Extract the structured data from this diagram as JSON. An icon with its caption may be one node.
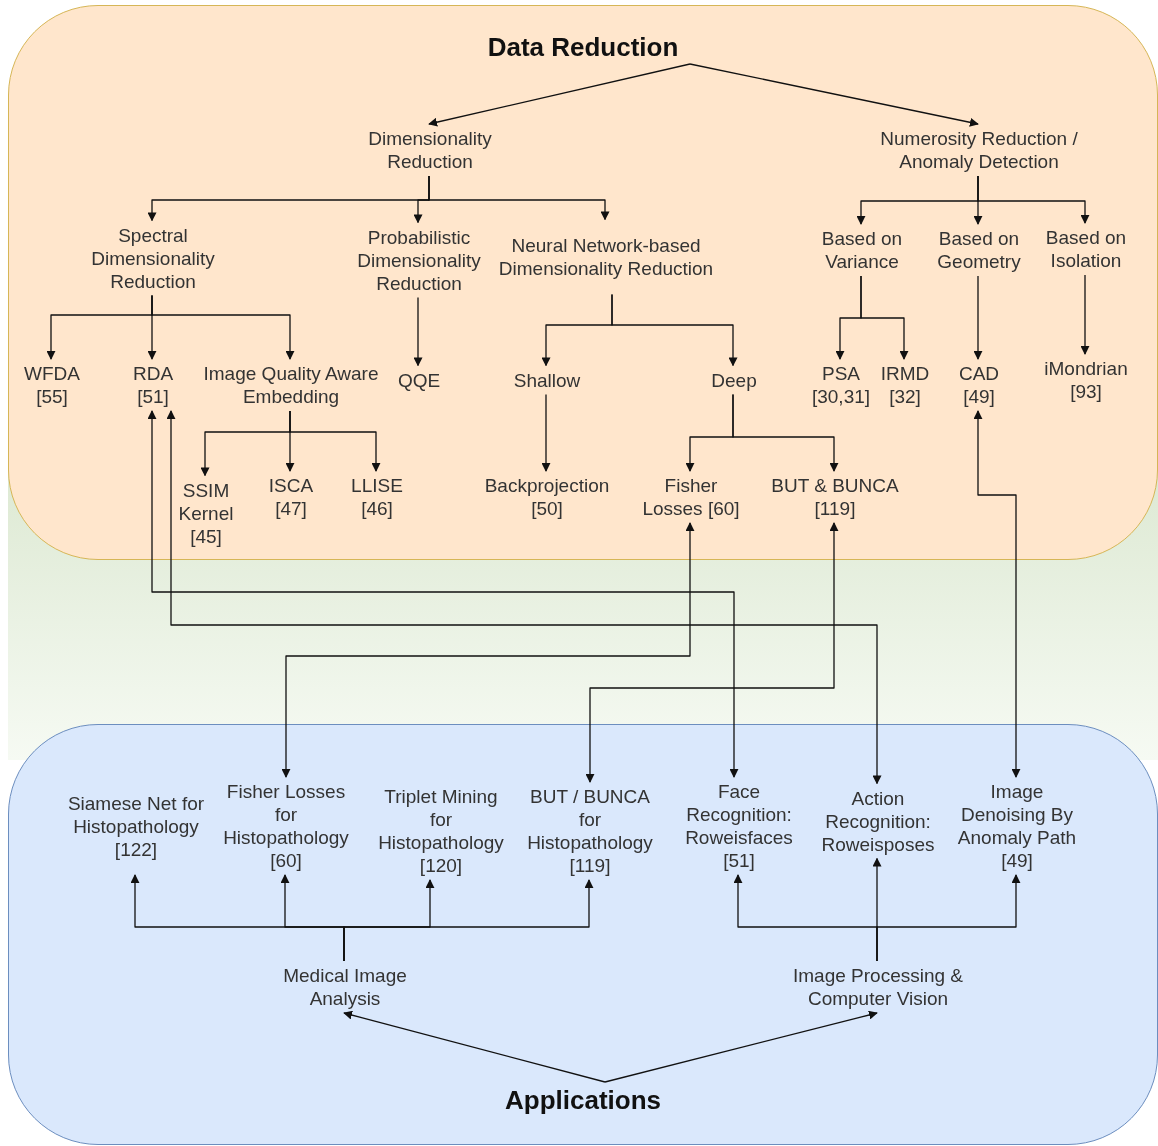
{
  "diagram": {
    "nodes": [
      {
        "text": [
          "Data Reduction"
        ]
      },
      {
        "text": [
          "Dimensionality Reduction"
        ],
        "in": 0
      },
      {
        "text": [
          "Numerosity Reduction / Anomaly Detection"
        ],
        "in": 0
      },
      {
        "text": [
          "Spectral Dimensionality Reduction"
        ],
        "in": 0
      },
      {
        "text": [
          "Probabilistic Dimensionality Reduction"
        ],
        "in": 0
      },
      {
        "text": [
          "Neural Network-based Dimensionality Reduction"
        ],
        "in": 0
      },
      {
        "text": [
          "Based on Variance"
        ],
        "in": 0
      },
      {
        "text": [
          "Based on Geometry"
        ],
        "in": 0
      },
      {
        "text": [
          "Based on Isolation"
        ],
        "in": 0
      },
      {
        "text": [
          "WFDA [55]"
        ],
        "in": 0
      },
      {
        "text": [
          "RDA [51]"
        ],
        "in": 0
      },
      {
        "text": [
          "Image Quality Aware Embedding"
        ],
        "in": 0
      },
      {
        "text": [
          "QQE"
        ],
        "in": 0
      },
      {
        "text": [
          "Shallow"
        ],
        "in": 0
      },
      {
        "text": [
          "Deep"
        ],
        "in": 0
      },
      {
        "text": [
          "PSA [30,31]"
        ],
        "in": 0
      },
      {
        "text": [
          "IRMD [32]"
        ],
        "in": 0
      },
      {
        "text": [
          "CAD [49]"
        ],
        "in": 0
      },
      {
        "text": [
          "iMondrian [93]"
        ],
        "in": 0
      },
      {
        "text": [
          "SSIM Kernel [45]"
        ],
        "in": 0
      },
      {
        "text": [
          "ISCA [47]"
        ],
        "in": 0
      },
      {
        "text": [
          "LLISE [46]"
        ],
        "in": 0
      },
      {
        "text": [
          "Backprojection [50]"
        ],
        "in": 0
      },
      {
        "text": [
          "Fisher Losses [60]"
        ],
        "in": 0
      },
      {
        "text": [
          "BUT & BUNCA [119]"
        ],
        "in": 0
      },
      {
        "text": [
          "Applications"
        ]
      },
      {
        "text": [
          "Siamese Net for Histopathology [122]"
        ],
        "in": 25
      },
      {
        "text": [
          "Fisher Losses for Histopathology [60]"
        ],
        "in": 25
      },
      {
        "text": [
          "Triplet Mining for Histopathology [120]"
        ],
        "in": 25
      },
      {
        "text": [
          "BUT / BUNCA for Histopathology [119]"
        ],
        "in": 25
      },
      {
        "text": [
          "Face Recognition: Roweisfaces [51]"
        ],
        "in": 25
      },
      {
        "text": [
          "Action Recognition: Roweisposes"
        ],
        "in": 25
      },
      {
        "text": [
          "Image Denoising By Anomaly Path [49]"
        ],
        "in": 25
      },
      {
        "text": [
          "Medical Image Analysis"
        ],
        "in": 25
      },
      {
        "text": [
          "Image Processing & Computer Vision"
        ],
        "in": 25
      }
    ],
    "edges": [
      {
        "from": 0,
        "to": 1,
        "arrow": "to"
      },
      {
        "from": 0,
        "to": 2,
        "arrow": "to"
      },
      {
        "from": 1,
        "to": 3,
        "arrow": "to"
      },
      {
        "from": 1,
        "to": 4,
        "arrow": "to"
      },
      {
        "from": 1,
        "to": 5,
        "arrow": "to"
      },
      {
        "from": 2,
        "to": 6,
        "arrow": "to"
      },
      {
        "from": 2,
        "to": 7,
        "arrow": "to"
      },
      {
        "from": 2,
        "to": 8,
        "arrow": "to"
      },
      {
        "from": 3,
        "to": 9,
        "arrow": "to"
      },
      {
        "from": 3,
        "to": 10,
        "arrow": "to"
      },
      {
        "from": 3,
        "to": 11,
        "arrow": "to"
      },
      {
        "from": 4,
        "to": 12,
        "arrow": "to"
      },
      {
        "from": 5,
        "to": 13,
        "arrow": "to"
      },
      {
        "from": 5,
        "to": 14,
        "arrow": "to"
      },
      {
        "from": 6,
        "to": 15,
        "arrow": "to"
      },
      {
        "from": 6,
        "to": 16,
        "arrow": "to"
      },
      {
        "from": 7,
        "to": 17,
        "arrow": "to"
      },
      {
        "from": 8,
        "to": 18,
        "arrow": "to"
      },
      {
        "from": 11,
        "to": 19,
        "arrow": "to"
      },
      {
        "from": 11,
        "to": 20,
        "arrow": "to"
      },
      {
        "from": 11,
        "to": 21,
        "arrow": "to"
      },
      {
        "from": 13,
        "to": 22,
        "arrow": "to"
      },
      {
        "from": 14,
        "to": 23,
        "arrow": "to"
      },
      {
        "from": 14,
        "to": 24,
        "arrow": "to"
      },
      {
        "from": 10,
        "to": 30,
        "arrow": "both"
      },
      {
        "from": 10,
        "to": 31,
        "arrow": "both"
      },
      {
        "from": 23,
        "to": 27,
        "arrow": "both"
      },
      {
        "from": 24,
        "to": 29,
        "arrow": "both"
      },
      {
        "from": 17,
        "to": 32,
        "arrow": "both"
      },
      {
        "from": 33,
        "to": 26,
        "arrow": "to"
      },
      {
        "from": 33,
        "to": 27,
        "arrow": "to"
      },
      {
        "from": 33,
        "to": 28,
        "arrow": "to"
      },
      {
        "from": 33,
        "to": 29,
        "arrow": "to"
      },
      {
        "from": 34,
        "to": 30,
        "arrow": "to"
      },
      {
        "from": 34,
        "to": 31,
        "arrow": "to"
      },
      {
        "from": 34,
        "to": 32,
        "arrow": "to"
      },
      {
        "from": 25,
        "to": 33,
        "arrow": "to"
      },
      {
        "from": 25,
        "to": 34,
        "arrow": "to"
      }
    ]
  }
}
